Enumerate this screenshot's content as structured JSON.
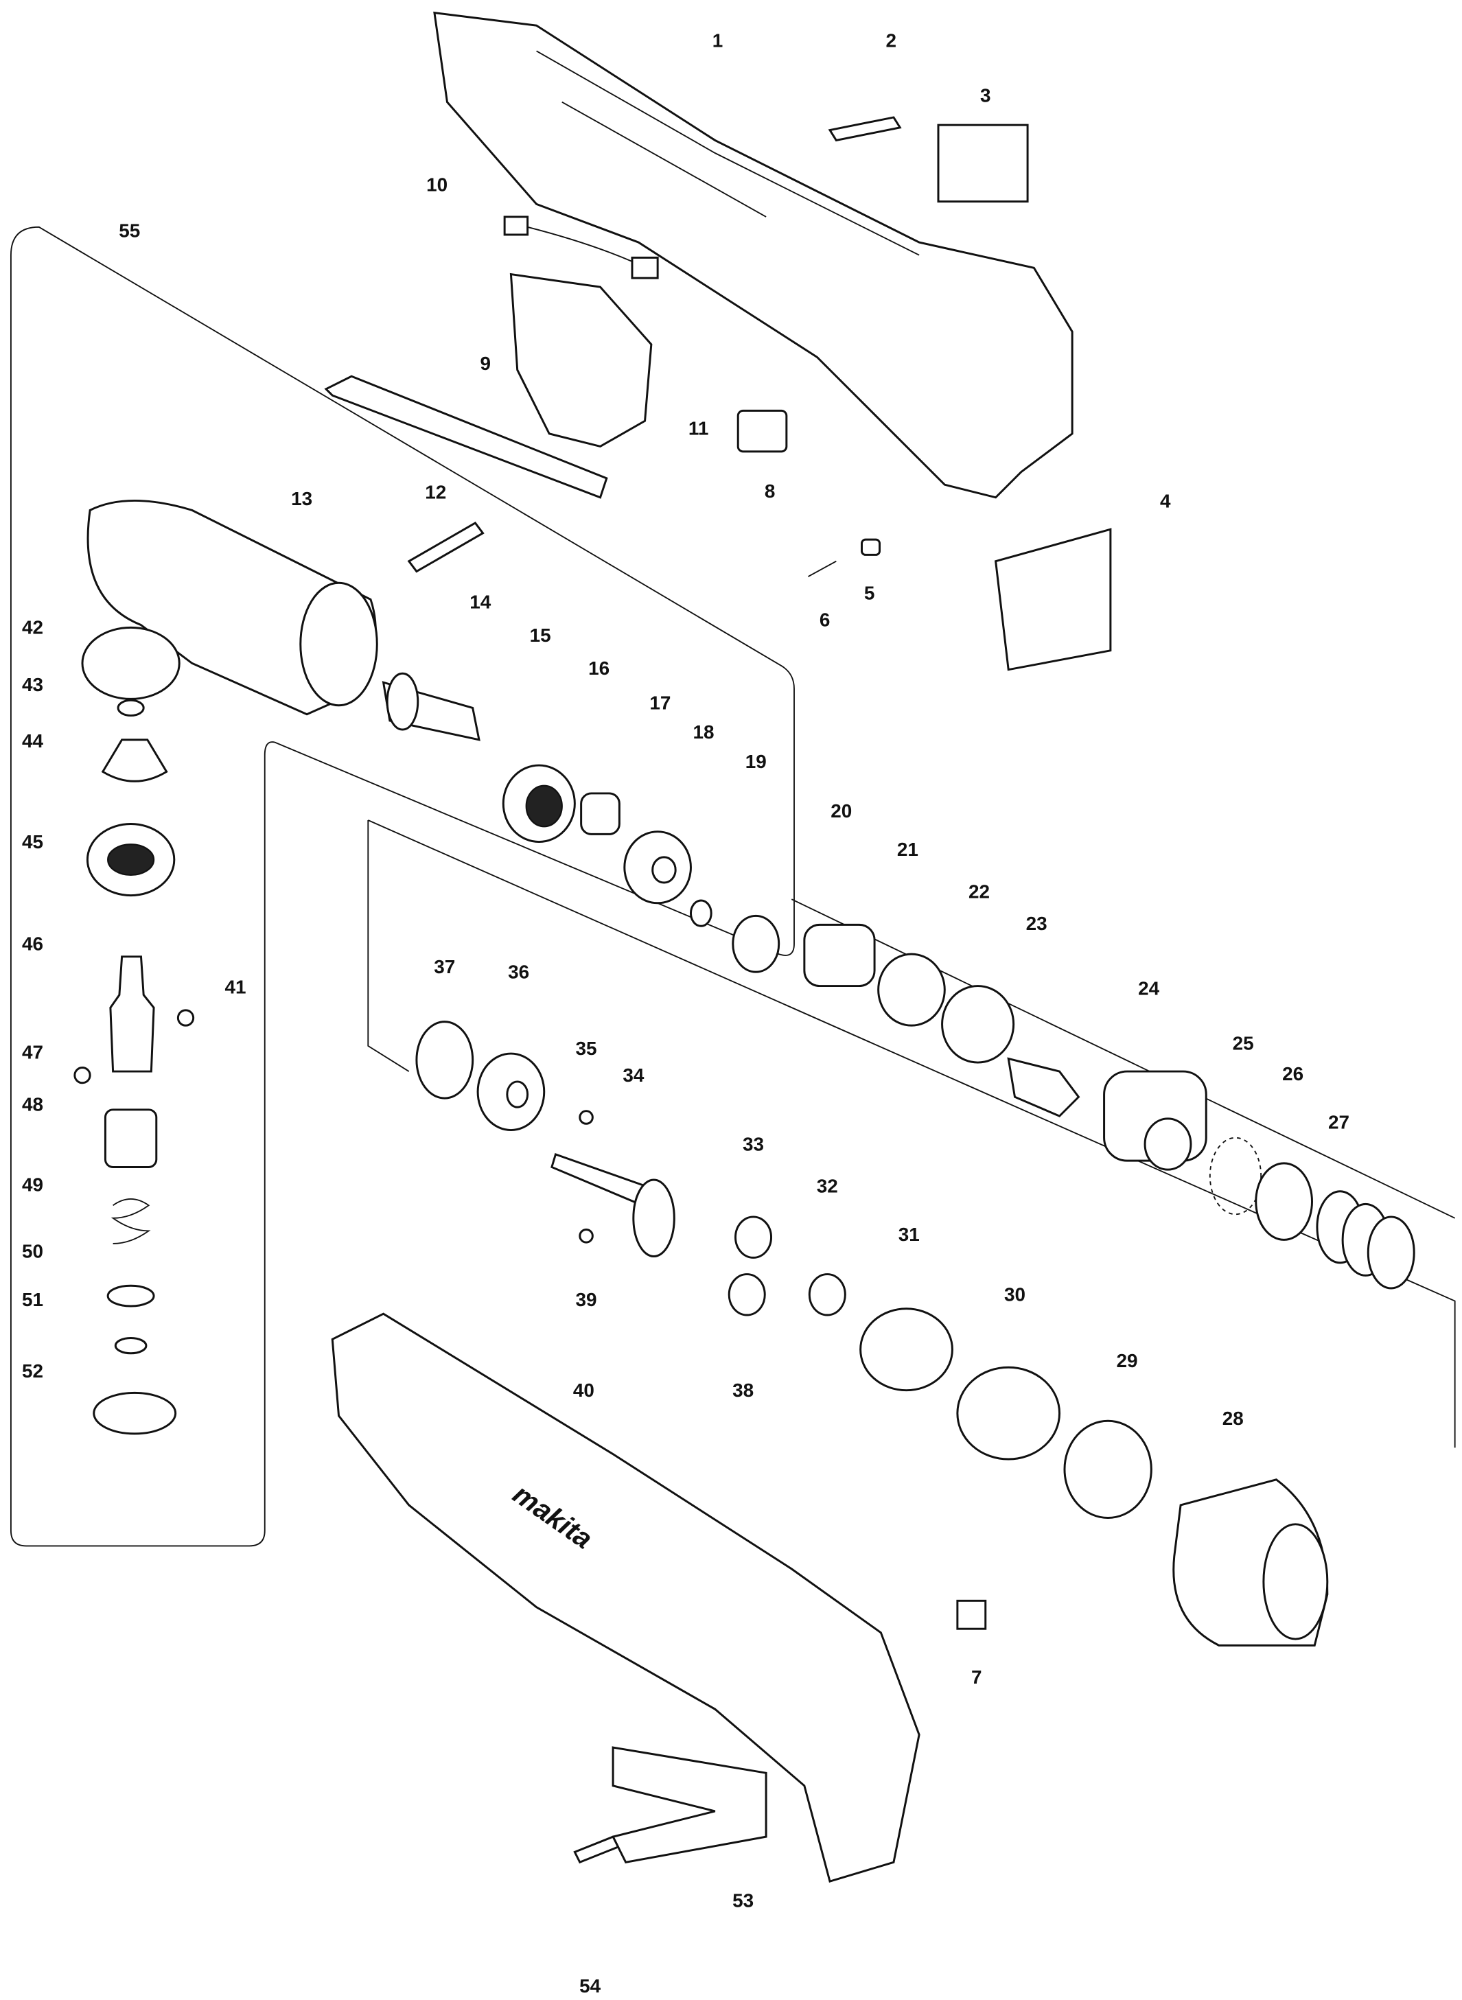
{
  "diagram": {
    "type": "exploded-parts-diagram",
    "brand_logo": "makita",
    "part_numbers": [
      "1",
      "2",
      "3",
      "4",
      "5",
      "6",
      "7",
      "8",
      "9",
      "10",
      "11",
      "12",
      "13",
      "14",
      "15",
      "16",
      "17",
      "18",
      "19",
      "20",
      "21",
      "22",
      "23",
      "24",
      "25",
      "26",
      "27",
      "28",
      "29",
      "30",
      "31",
      "32",
      "33",
      "34",
      "35",
      "36",
      "37",
      "38",
      "39",
      "40",
      "41",
      "42",
      "43",
      "44",
      "45",
      "46",
      "47",
      "48",
      "49",
      "50",
      "51",
      "52",
      "53",
      "54",
      "55"
    ]
  }
}
